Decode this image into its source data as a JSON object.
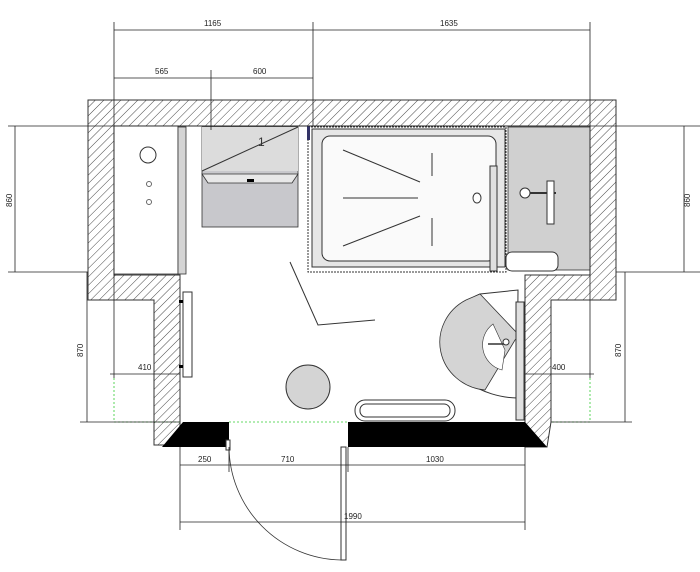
{
  "dimensions": {
    "top_left": "1165",
    "top_right": "1635",
    "sub_left": "565",
    "sub_right": "600",
    "left_upper": "860",
    "right_upper": "860",
    "left_lower": "870",
    "right_lower": "870",
    "left_depth": "410",
    "right_depth": "400",
    "bottom_a": "250",
    "bottom_b": "710",
    "bottom_c": "1030",
    "bottom_total": "1990"
  },
  "fixtures": {
    "cabinet_label": "1"
  },
  "colors": {
    "fixture_gray": "#d4d4d4",
    "dark_gray": "#c8c8cc",
    "clearance_line": "#33cc33"
  }
}
